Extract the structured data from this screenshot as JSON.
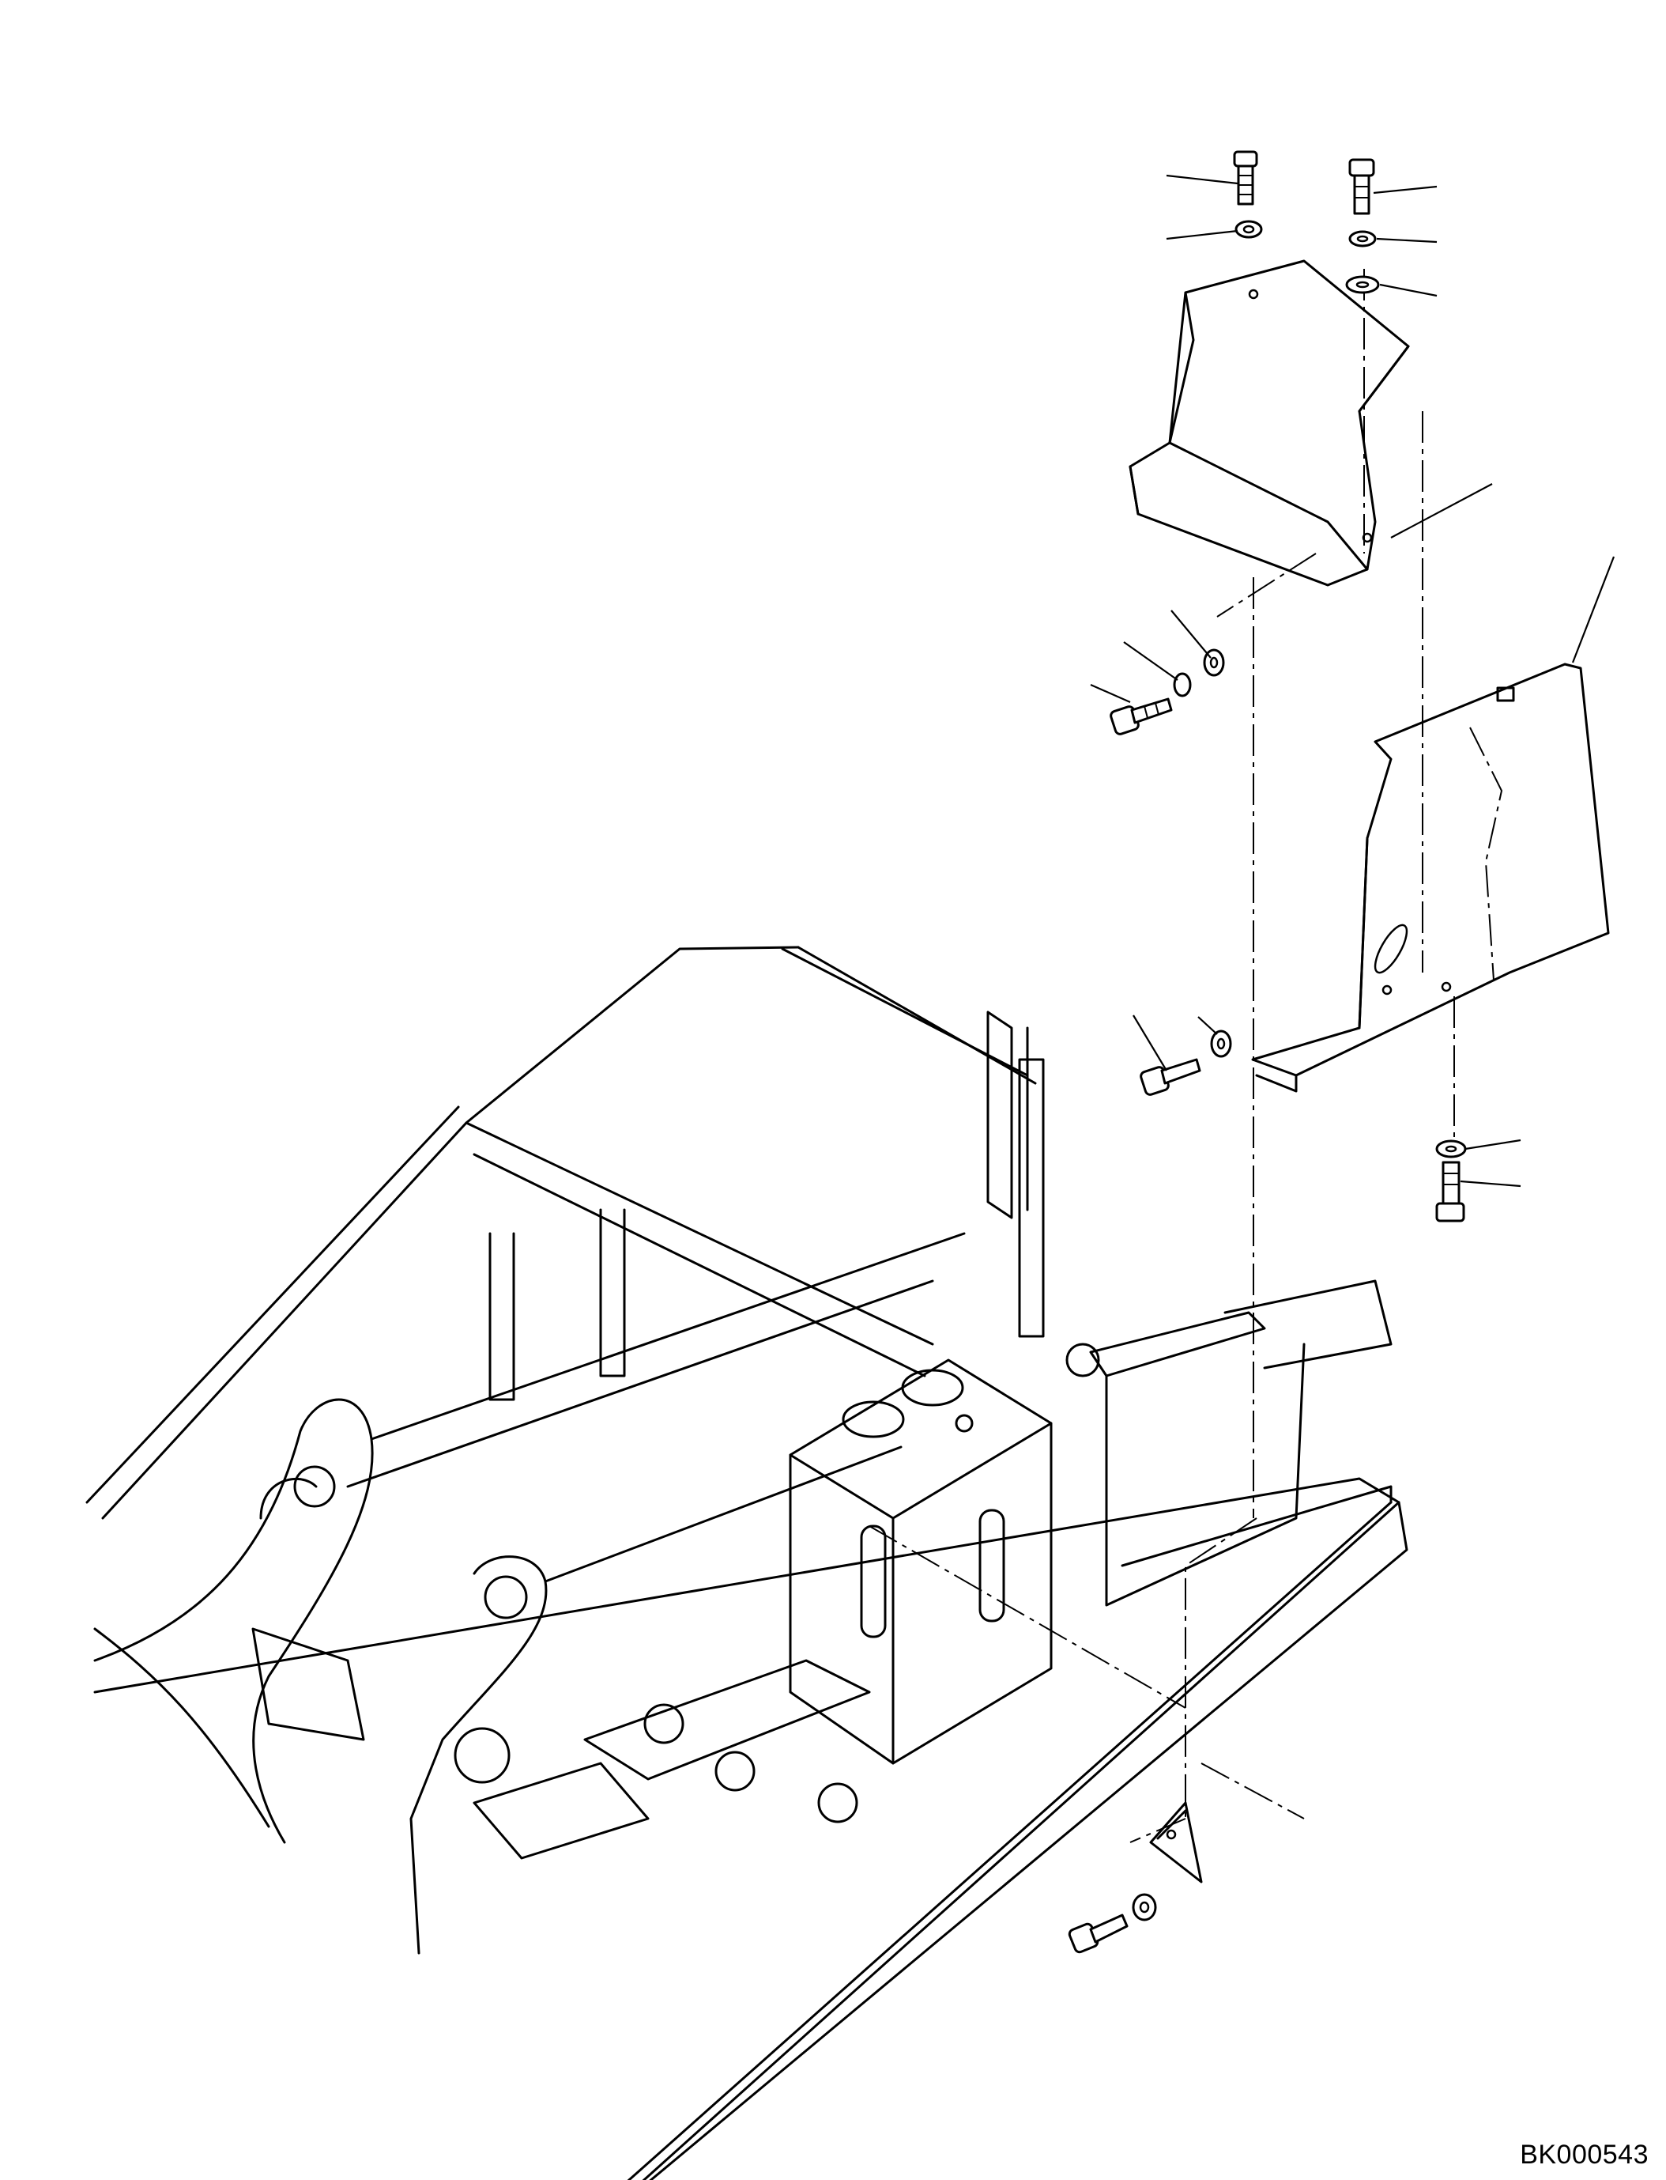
{
  "diagram": {
    "code": "BK000543",
    "parts": [
      {
        "id": "bolt-top-left",
        "icon": "hex-bolt-icon"
      },
      {
        "id": "washer-top-left",
        "icon": "washer-icon"
      },
      {
        "id": "bolt-top-right",
        "icon": "hex-bolt-icon"
      },
      {
        "id": "spring-washer-top-right",
        "icon": "washer-icon"
      },
      {
        "id": "flat-washer-top-right",
        "icon": "washer-icon"
      },
      {
        "id": "upper-cover",
        "icon": "cover-plate-icon"
      },
      {
        "id": "side-cover",
        "icon": "cover-plate-icon"
      },
      {
        "id": "bolt-mid-left",
        "icon": "hex-bolt-icon"
      },
      {
        "id": "washer-mid-left",
        "icon": "washer-icon"
      },
      {
        "id": "bolt-center",
        "icon": "hex-bolt-icon"
      },
      {
        "id": "bolt-right-lower",
        "icon": "hex-bolt-icon"
      },
      {
        "id": "bracket-bottom",
        "icon": "bracket-icon"
      },
      {
        "id": "bolt-bottom",
        "icon": "hex-bolt-icon"
      },
      {
        "id": "frame",
        "icon": "frame-icon"
      }
    ]
  }
}
